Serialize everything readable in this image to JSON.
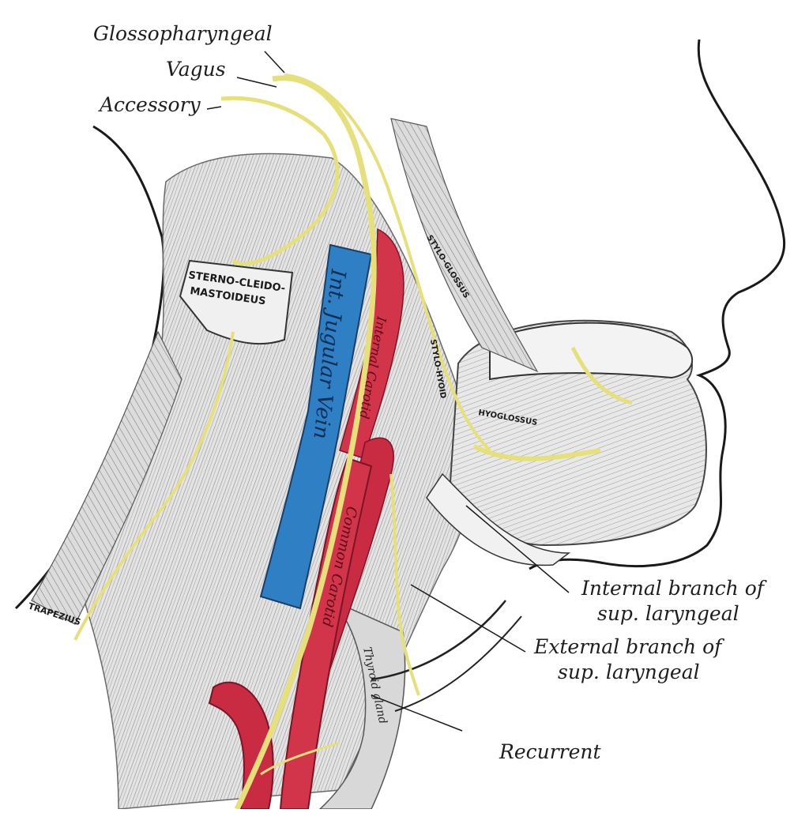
{
  "labels": {
    "glossopharyngeal": "Glossopharyngeal",
    "vagus": "Vagus",
    "accessory": "Accessory",
    "internal_branch_line1": "Internal branch of",
    "internal_branch_line2": "sup. laryngeal",
    "external_branch_line1": "External branch of",
    "external_branch_line2": "sup. laryngeal",
    "recurrent": "Recurrent"
  },
  "structures": {
    "sternocleidomastoideus_line1": "STERNO-CLEIDO-",
    "sternocleidomastoideus_line2": "MASTOIDEUS",
    "inf_jugular_vein": "Int. Jugular Vein",
    "common_carotid": "Common Carotid",
    "internal_carotid": "Internal Carotid",
    "thyroid_gland": "Thyroid gland",
    "trapezius": "TRAPEZIUS",
    "styloglossus": "STYLO-GLOSSUS",
    "stylohyoid": "STYLO-HYOID",
    "hyoglossus": "HYOGLOSSUS"
  },
  "colors": {
    "nerve": "#e6e07a",
    "vein": "#2f7fc4",
    "artery": "#d2344a",
    "artery_dark": "#a61e35",
    "muscle": "#c9c9c9",
    "outline": "#1a1a1a"
  }
}
